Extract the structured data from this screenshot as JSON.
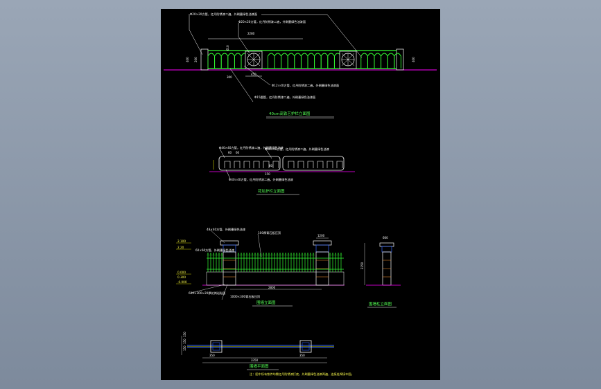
{
  "drawing": {
    "sheet_color": "#000000",
    "canvas_color": "#8c98aa",
    "colors": {
      "fence_green": "#33ff33",
      "leader_white": "#ffffff",
      "ground_magenta": "#ff00ff",
      "dimension_yellow": "#ffff00",
      "wall_blue": "#3366ff"
    },
    "elevation_1": {
      "title": "40cm高铁艺护栏立面图",
      "notes": [
        "Φ20×20方管，红丹防锈漆二遍，外刷墨绿色油漆面",
        "Φ20×20方管，红丹防锈漆二遍，外刷墨绿色油漆面",
        "Φ12×40方管，红丹防锈漆二遍，外刷墨绿色油漆面",
        "Φ15圆管，红丹防锈漆二遍，外刷墨绿色油漆面"
      ],
      "dims": [
        "2280",
        "610",
        "400",
        "200",
        "400",
        "450",
        "300"
      ]
    },
    "elevation_2": {
      "title": "花坛护栏立面图",
      "notes": [
        "Φ40×40方管，红丹防锈漆二遍，外刷墨绿色油漆",
        "Φ40×40方管，红丹防锈漆二遍，外刷墨绿色油漆",
        "Φ40×40方管，红丹防锈漆二遍，外刷墨绿色油漆"
      ],
      "dims": [
        "60",
        "60",
        "60",
        "150"
      ]
    },
    "elevation_3": {
      "title": "围墙立面图",
      "notes": [
        "40×40方管，外刷墨绿色油漆",
        "100厚青石板压顶",
        "60×60方管，外刷墨绿色油漆",
        "600×300×20厚花岗岩贴面",
        "1000×300青石板压顶"
      ],
      "levels": [
        "2.100",
        "2.20",
        "0.000",
        "0.300",
        "-0.000"
      ],
      "dims": [
        "1200",
        "2800"
      ]
    },
    "pillar": {
      "title": "围墙柱立面图",
      "dims": [
        "600",
        "2250"
      ]
    },
    "plan": {
      "title": "围墙平面图",
      "dims": [
        "350",
        "3350",
        "350",
        "150",
        "150",
        "150"
      ]
    },
    "footer_note": "注：图中所有铁件均需红丹防锈漆打底，外刷墨绿色油漆两遍，连接处焊接牢固。"
  }
}
